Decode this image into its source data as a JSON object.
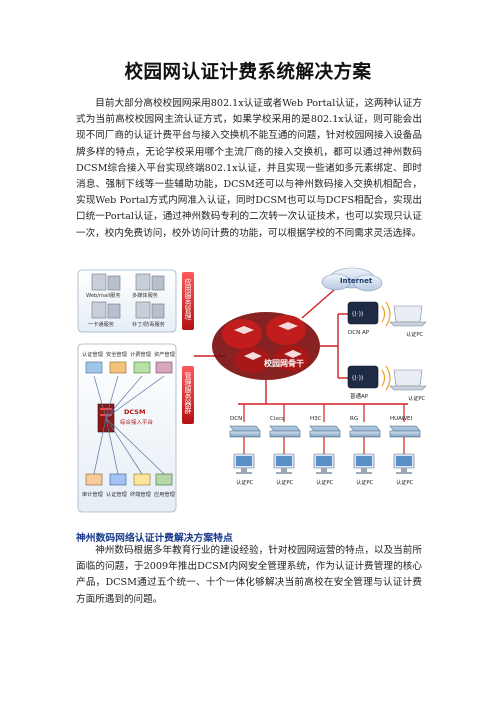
{
  "document": {
    "title": "校园网认证计费系统解决方案",
    "intro": "目前大部分高校校园网采用802.1x认证或者Web Portal认证，这两种认证方式为当前高校校园网主流认证方式，如果学校采用的是802.1x认证，则可能会出现不同厂商的认证计费平台与接入交换机不能互通的问题，针对校园网接入设备品牌多样的特点，无论学校采用哪个主流厂商的接入交换机，都可以通过神州数码DCSM综合接入平台实现终端802.1x认证，并且实现一些诸如多元素绑定、即时消息、强制下线等一些辅助功能，DCSM还可以与神州数码接入交换机相配合，实现Web Portal方式内网准入认证，同时DCSM也可以与DCFS相配合，实现出口统一Portal认证，通过神州数码专利的二次转一次认证技术，也可以实现只认证一次，校内免费访问，校外访问计费的功能，可以根据学校的不同需求灵活选择。",
    "section_title": "神州数码网络认证计费解决方案特点",
    "section_body": "神州数码根据多年教育行业的建设经验，针对校园网运营的特点，以及当前所面临的问题，于2009年推出DCSM内网安全管理系统，作为认证计费管理的核心产品，DCSM通过五个统一、十个一体化够解决当前高校在安全管理与认证计费方面所遇到的问题。"
  },
  "diagram": {
    "top_services": [
      "Web/mail服务",
      "多媒体服务",
      "一卡通服务",
      "补丁/防毒服务"
    ],
    "top_side_label": "应用服务管理",
    "mid_items": [
      "认证管理",
      "安全管理",
      "计费管理",
      "资产管理"
    ],
    "dcsm_label_1": "DCSM",
    "dcsm_label_2": "综合接入平台",
    "mid_side_label": "管理服务器群",
    "bottom_items": [
      "审计管理",
      "认证管理",
      "终端管理",
      "应用管理"
    ],
    "internet_label": "Internet",
    "core_label": "校园网骨干",
    "ap_labels": [
      "DCN AP",
      "普通AP"
    ],
    "ap_glyph": "((·))",
    "wireless_pc_labels": [
      "认证PC",
      "认证PC"
    ],
    "switch_vendors": [
      "DCN",
      "Cisco",
      "H3C",
      "RG",
      "HUAWEI"
    ],
    "pc_labels": [
      "认证PC",
      "认证PC",
      "认证PC",
      "认证PC",
      "认证PC"
    ]
  }
}
